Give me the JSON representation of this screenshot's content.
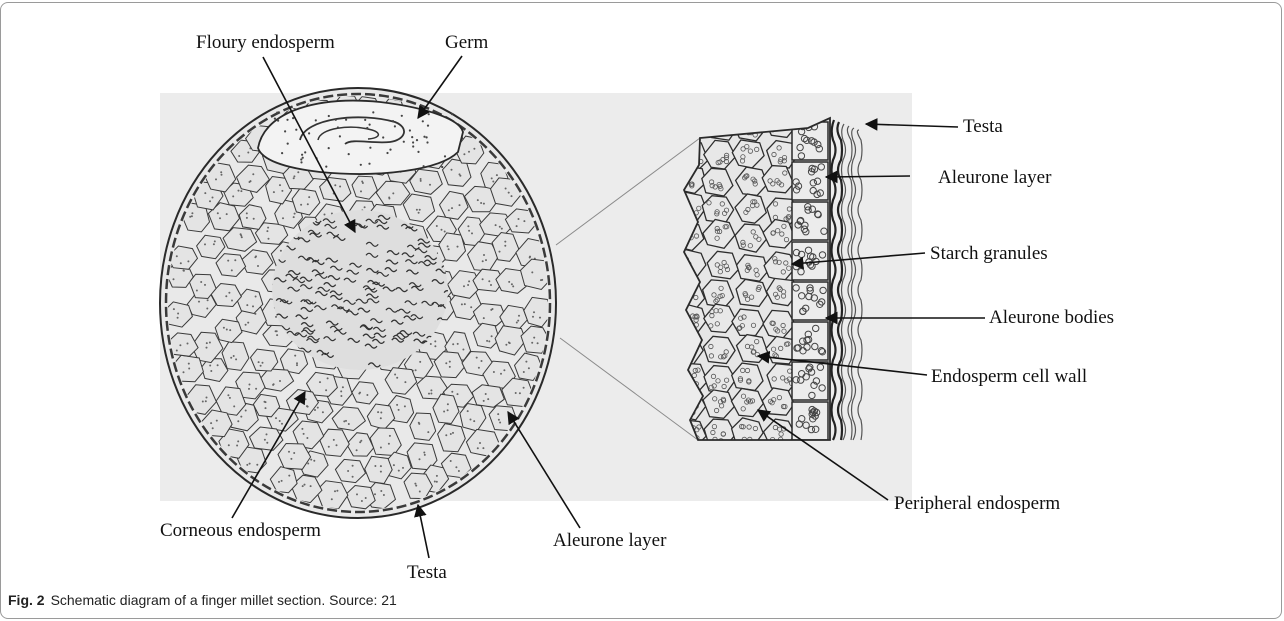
{
  "labels": {
    "floury_endosperm": "Floury endosperm",
    "germ": "Germ",
    "corneous_endosperm": "Corneous endosperm",
    "testa_bottom": "Testa",
    "aleurone_layer_bottom": "Aleurone layer",
    "testa_right": "Testa",
    "aleurone_layer_right": "Aleurone layer",
    "starch_granules": "Starch granules",
    "aleurone_bodies": "Aleurone bodies",
    "endosperm_cell_wall": "Endosperm cell wall",
    "peripheral_endosperm": "Peripheral endosperm"
  },
  "caption": {
    "fig_label": "Fig. 2",
    "text": "Schematic diagram of a finger millet section. Source: 21"
  }
}
